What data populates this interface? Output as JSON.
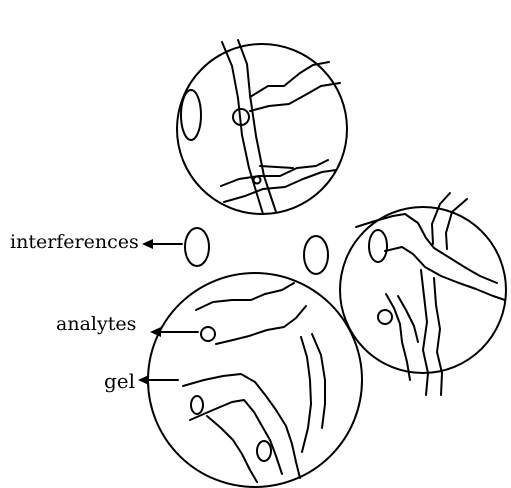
{
  "labels": {
    "interferences": "interferences",
    "analytes": "analytes",
    "gel": "gel"
  },
  "colors": {
    "ink": "#000000",
    "background": "#ffffff"
  }
}
